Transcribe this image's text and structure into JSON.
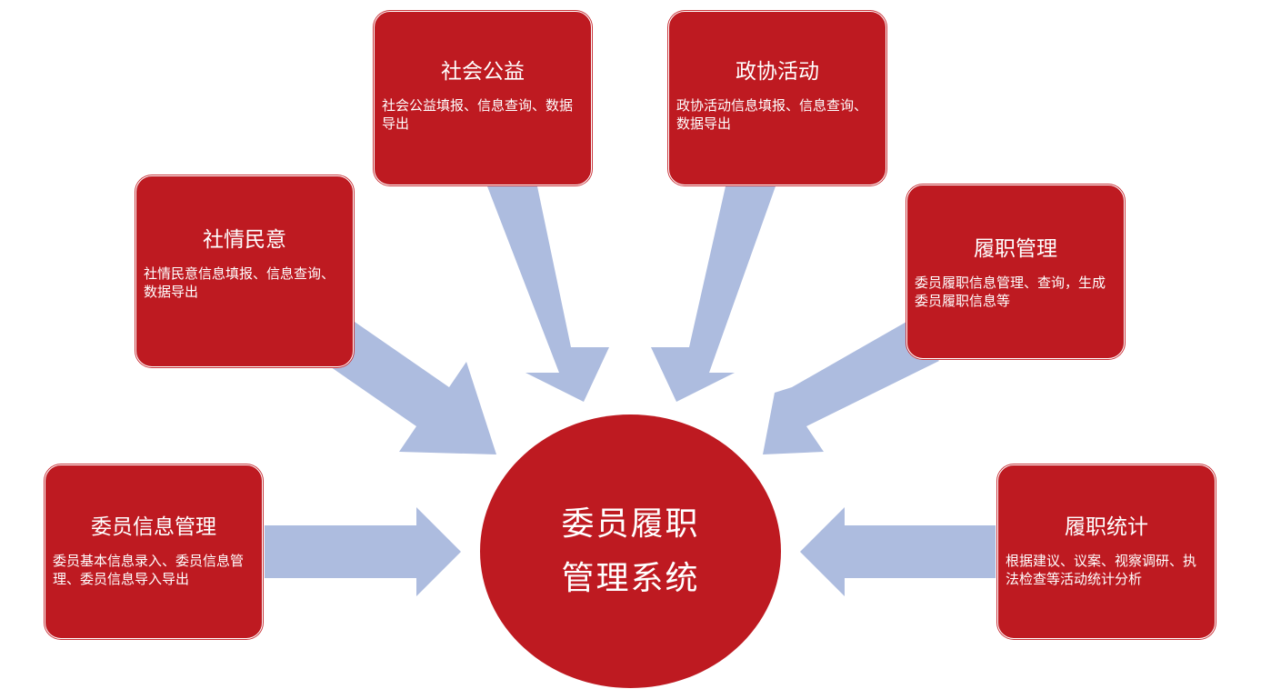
{
  "colors": {
    "box_fill": "#be1a21",
    "arrow_fill": "#adbcdf",
    "text": "#ffffff"
  },
  "center": {
    "line1": "委员履职",
    "line2": "管理系统"
  },
  "modules": [
    {
      "title": "委员信息管理",
      "desc": "委员基本信息录入、委员信息管理、委员信息导入导出"
    },
    {
      "title": "社情民意",
      "desc": "社情民意信息填报、信息查询、数据导出"
    },
    {
      "title": "社会公益",
      "desc": "社会公益填报、信息查询、数据导出"
    },
    {
      "title": "政协活动",
      "desc": "政协活动信息填报、信息查询、数据导出"
    },
    {
      "title": "履职管理",
      "desc": "委员履职信息管理、查询，生成委员履职信息等"
    },
    {
      "title": "履职统计",
      "desc": "根据建议、议案、视察调研、执法检查等活动统计分析"
    }
  ]
}
